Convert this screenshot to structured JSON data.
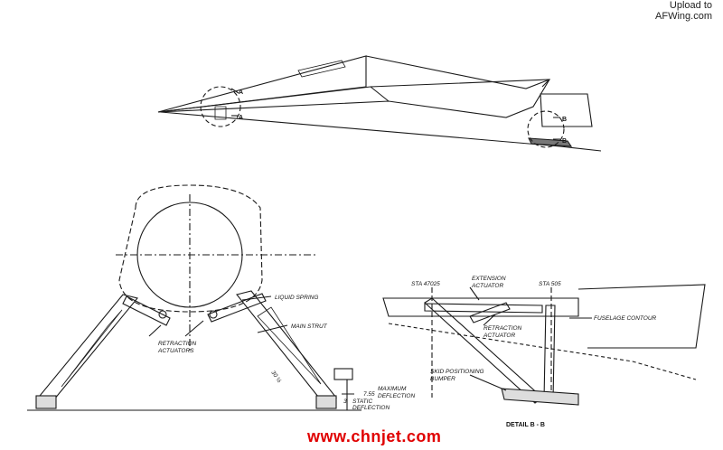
{
  "watermark": {
    "line1": "Upload to",
    "line2": "AFWing.com"
  },
  "site_footer": "www.chnjet.com",
  "section_markers": {
    "a_top": "A",
    "a_bottom": "A",
    "b_top": "B",
    "b_bottom": "B"
  },
  "labels": {
    "liquid_spring": "LIQUID SPRING",
    "main_strut": "MAIN STRUT",
    "retraction_actuators_1": "RETRACTION",
    "retraction_actuators_2": "ACTUATORS",
    "dim_30": "30 ½",
    "dim_3": "3",
    "static_deflection_1": "STATIC",
    "static_deflection_2": "DEFLECTION",
    "dim_7_55": "7.55",
    "max_deflection_1": "MAXIMUM",
    "max_deflection_2": "DEFLECTION",
    "sta_left": "STA  47025",
    "sta_right": "STA  505",
    "extension_actuator_1": "EXTENSION",
    "extension_actuator_2": "ACTUATOR",
    "retraction_actuator_1": "RETRACTION",
    "retraction_actuator_2": "ACTUATOR",
    "fuselage_contour": "FUSELAGE  CONTOUR",
    "skid_bumper_1": "SKID POSITIONING",
    "skid_bumper_2": "BUMPER",
    "detail": "DETAIL  B - B"
  },
  "colors": {
    "ink": "#1a1a1a",
    "paper": "#ffffff",
    "footer_red": "#e00000"
  }
}
